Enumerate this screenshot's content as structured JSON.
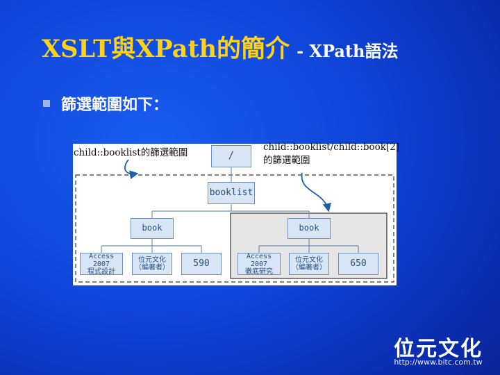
{
  "title": {
    "main": "XSLT與XPath的簡介",
    "sub": "- XPath語法"
  },
  "bullet": {
    "text": "篩選範圍如下："
  },
  "diagram": {
    "callout_left": "child::booklist的篩選範圍",
    "callout_right_line1": "child::booklist/child::book[2]",
    "callout_right_line2": "的篩選範圍",
    "root": "/",
    "booklist": "booklist",
    "book_1": "book",
    "book_2": "book",
    "leaves_1": [
      {
        "line1": "Access 2007",
        "line2": "程式設計"
      },
      {
        "line1": "位元文化",
        "line2": "（編著者）"
      },
      {
        "line1": "590",
        "line2": ""
      }
    ],
    "leaves_2": [
      {
        "line1": "Access 2007",
        "line2": "徹底研究"
      },
      {
        "line1": "位元文化",
        "line2": "（編著者）"
      },
      {
        "line1": "650",
        "line2": ""
      }
    ]
  },
  "logo": {
    "name": "位元文化",
    "url": "http://www.bitc.com.tw"
  }
}
